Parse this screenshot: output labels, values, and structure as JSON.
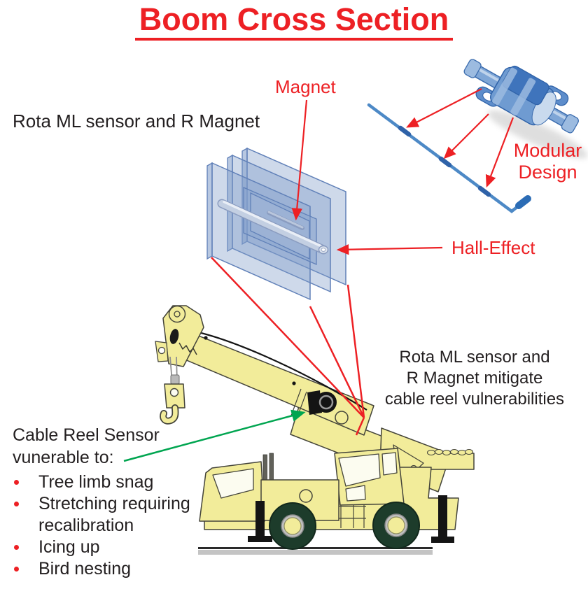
{
  "title": "Boom Cross Section",
  "labels": {
    "magnet": "Magnet",
    "rota_sensor_top": "Rota ML sensor and R Magnet",
    "modular_line1": "Modular",
    "modular_line2": "Design",
    "hall_effect": "Hall-Effect",
    "mitigation_line1": "Rota ML sensor and",
    "mitigation_line2": "R Magnet mitigate",
    "mitigation_line3": "cable reel vulnerabilities",
    "vulnerability_heading_line1": "Cable Reel Sensor",
    "vulnerability_heading_line2": "vunerable to:"
  },
  "vulnerabilities": [
    "Tree limb snag",
    "Stretching requiring recalibration",
    "Icing up",
    "Bird nesting"
  ],
  "colors": {
    "accent_red": "#ed2024",
    "arrow_green": "#00a550",
    "crane_yellow": "#f2ec9a",
    "sensor_blue": "#4d89c6",
    "pane_blue": "#6e8cc3",
    "text_black": "#231f20"
  }
}
